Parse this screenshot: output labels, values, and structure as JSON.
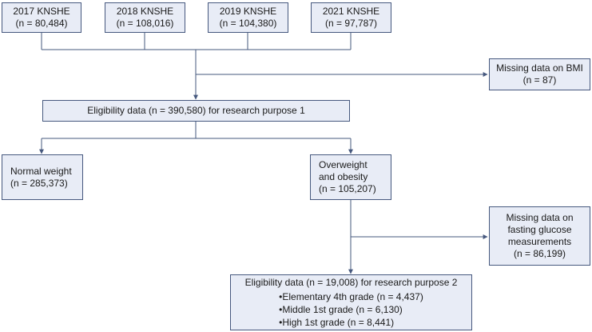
{
  "sources": [
    {
      "label": "2017 KNSHE",
      "n": "(n = 80,484)"
    },
    {
      "label": "2018 KNSHE",
      "n": "(n = 108,016)"
    },
    {
      "label": "2019 KNSHE",
      "n": "(n = 104,380)"
    },
    {
      "label": "2021 KNSHE",
      "n": "(n = 97,787)"
    }
  ],
  "missing_bmi": {
    "label": "Missing data on BMI",
    "n": "(n = 87)"
  },
  "eligibility1": {
    "label": "Eligibility data (n = 390,580) for research purpose 1"
  },
  "normal": {
    "label": "Normal weight",
    "n": "(n = 285,373)"
  },
  "overweight": {
    "line1": "Overweight",
    "line2": "and obesity",
    "n": "(n = 105,207)"
  },
  "missing_glucose": {
    "line1": "Missing data on",
    "line2": "fasting glucose",
    "line3": "measurements",
    "n": "(n = 86,199)"
  },
  "eligibility2": {
    "label": "Eligibility data (n = 19,008) for research purpose 2",
    "items": [
      "Elementary 4th grade (n = 4,437)",
      "Middle 1st grade (n = 6,130)",
      "High 1st grade (n = 8,441)"
    ]
  },
  "colors": {
    "box_fill": "#e8ecf6",
    "border": "#46587e",
    "line": "#46587e"
  }
}
